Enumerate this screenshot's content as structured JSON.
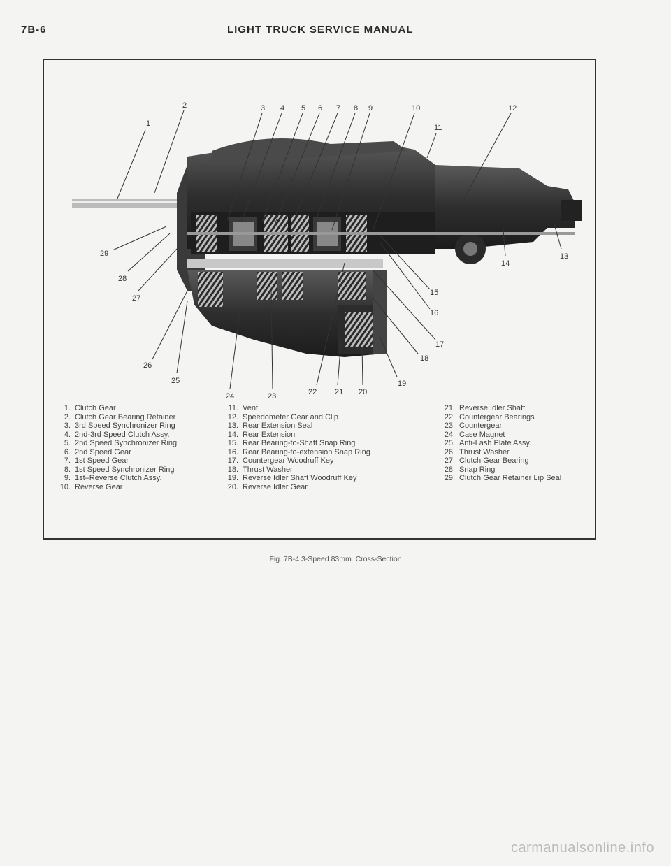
{
  "header": {
    "page_number": "7B-6",
    "manual_title": "LIGHT TRUCK SERVICE MANUAL"
  },
  "figure": {
    "callouts": [
      "1",
      "2",
      "3",
      "4",
      "5",
      "6",
      "7",
      "8",
      "9",
      "10",
      "11",
      "12",
      "13",
      "14",
      "15",
      "16",
      "17",
      "18",
      "19",
      "20",
      "21",
      "22",
      "23",
      "24",
      "25",
      "26",
      "27",
      "28",
      "29"
    ],
    "legend": [
      [
        {
          "num": "1.",
          "label": "Clutch Gear"
        },
        {
          "num": "2.",
          "label": "Clutch Gear Bearing Retainer"
        },
        {
          "num": "3.",
          "label": "3rd Speed Synchronizer Ring"
        },
        {
          "num": "4.",
          "label": "2nd-3rd Speed Clutch Assy."
        },
        {
          "num": "5.",
          "label": "2nd Speed Synchronizer Ring"
        },
        {
          "num": "6.",
          "label": "2nd Speed Gear"
        },
        {
          "num": "7.",
          "label": "1st Speed Gear"
        },
        {
          "num": "8.",
          "label": "1st Speed Synchronizer Ring"
        },
        {
          "num": "9.",
          "label": "1st–Reverse Clutch Assy."
        },
        {
          "num": "10.",
          "label": "Reverse Gear"
        }
      ],
      [
        {
          "num": "11.",
          "label": "Vent"
        },
        {
          "num": "12.",
          "label": "Speedometer Gear and Clip"
        },
        {
          "num": "13.",
          "label": "Rear Extension Seal"
        },
        {
          "num": "14.",
          "label": "Rear Extension"
        },
        {
          "num": "15.",
          "label": "Rear Bearing-to-Shaft Snap Ring"
        },
        {
          "num": "16.",
          "label": "Rear Bearing-to-extension Snap Ring"
        },
        {
          "num": "17.",
          "label": "Countergear Woodruff Key"
        },
        {
          "num": "18.",
          "label": "Thrust Washer"
        },
        {
          "num": "19.",
          "label": "Reverse Idler Shaft Woodruff Key"
        },
        {
          "num": "20.",
          "label": "Reverse Idler Gear"
        }
      ],
      [
        {
          "num": "21.",
          "label": "Reverse Idler Shaft"
        },
        {
          "num": "22.",
          "label": "Countergear Bearings"
        },
        {
          "num": "23.",
          "label": "Countergear"
        },
        {
          "num": "24.",
          "label": "Case Magnet"
        },
        {
          "num": "25.",
          "label": "Anti-Lash Plate Assy."
        },
        {
          "num": "26.",
          "label": "Thrust Washer"
        },
        {
          "num": "27.",
          "label": "Clutch Gear Bearing"
        },
        {
          "num": "28.",
          "label": "Snap Ring"
        },
        {
          "num": "29.",
          "label": "Clutch Gear Retainer Lip Seal"
        }
      ]
    ],
    "caption": "Fig. 7B-4 3-Speed 83mm. Cross-Section"
  },
  "watermark": "carmanualsonline.info"
}
